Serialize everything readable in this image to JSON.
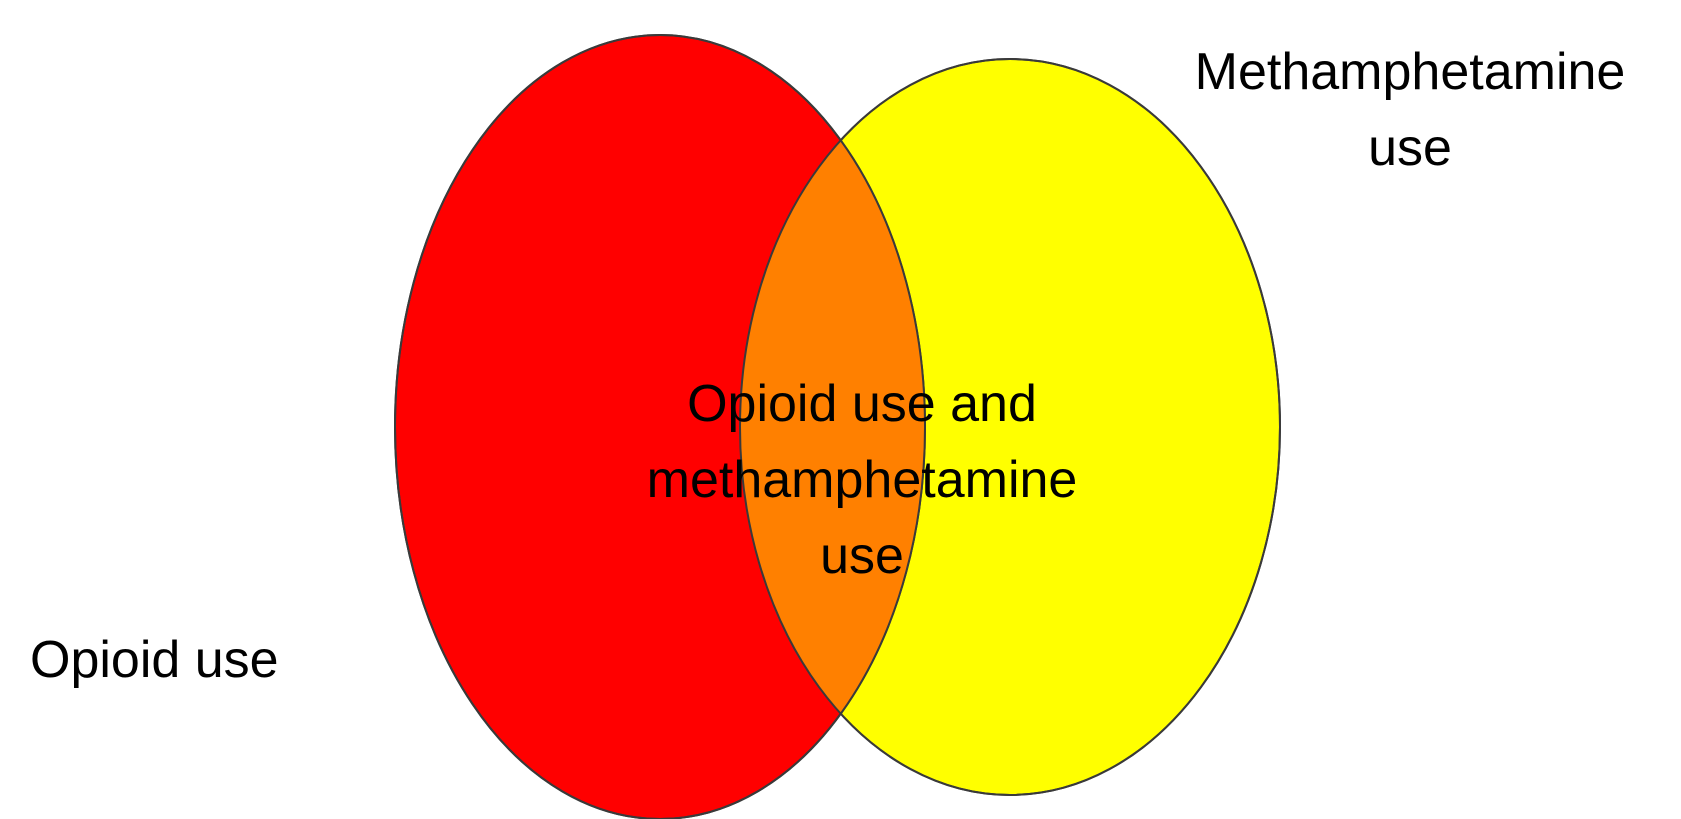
{
  "diagram": {
    "type": "venn",
    "sets": [
      {
        "id": "opioid",
        "label": "Opioid use",
        "color": "#ff0000"
      },
      {
        "id": "methamphetamine",
        "label_lines": [
          "Methamphetamine",
          "use"
        ],
        "color": "#ffff00"
      }
    ],
    "intersection": {
      "label_lines": [
        "Opioid use and",
        "methamphetamine",
        "use"
      ],
      "color": "#ff8000"
    },
    "outline_color": "#3a3a3a"
  }
}
